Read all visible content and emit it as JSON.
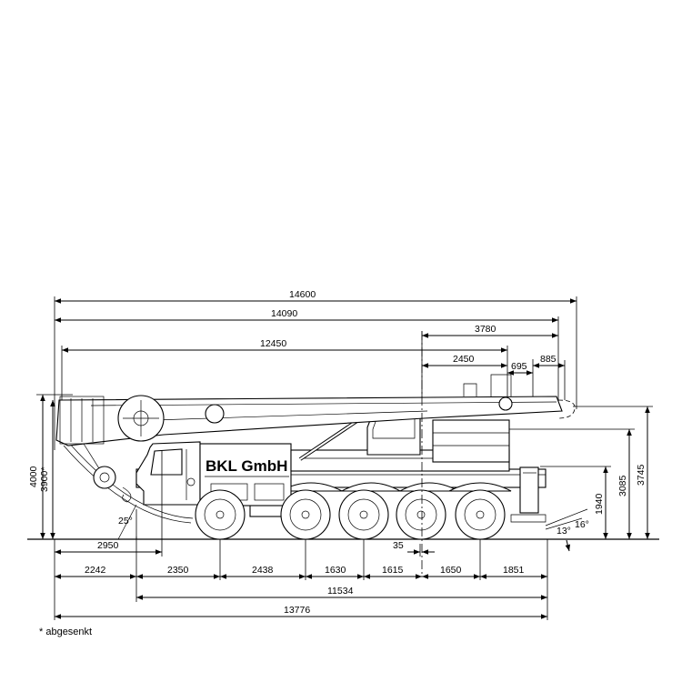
{
  "brand_lettering": "BKL GmbH",
  "footnote": "* abgesenkt",
  "dimensions": {
    "overall_14600": "14600",
    "overall_14090": "14090",
    "boom_12450": "12450",
    "rear_3780": "3780",
    "rear_2450": "2450",
    "rear_695": "695",
    "rear_885": "885",
    "height_4000": "4000",
    "height_3900": "3900*",
    "height_3745": "3745",
    "height_3085": "3085",
    "height_1940": "1940",
    "angle_25": "25°",
    "angle_13": "13°",
    "angle_16": "16°",
    "front_2950": "2950",
    "offset_35": "35",
    "axle_2242": "2242",
    "axle_2350": "2350",
    "axle_2438": "2438",
    "axle_1630": "1630",
    "axle_1615": "1615",
    "axle_1650": "1650",
    "axle_1851": "1851",
    "wheelbase_11534": "11534",
    "total_13776": "13776"
  }
}
